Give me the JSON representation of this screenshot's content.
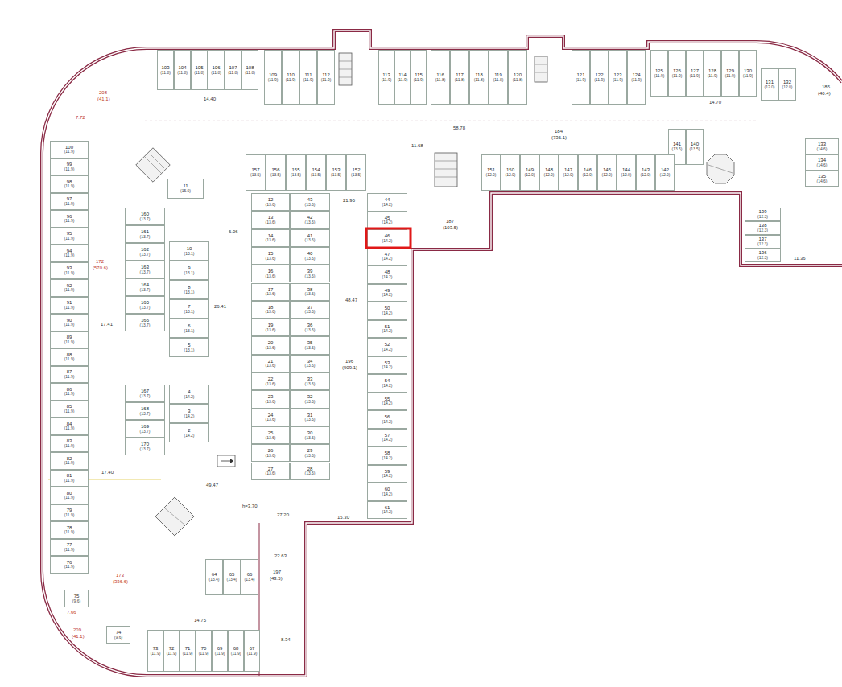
{
  "diagram": {
    "nodes": [
      {
        "text": [
          "103",
          "(11.8)"
        ]
      },
      {
        "text": [
          "104",
          "(11.8)"
        ]
      },
      {
        "text": [
          "105",
          "(11.8)"
        ]
      },
      {
        "text": [
          "106",
          "(11.8)"
        ]
      },
      {
        "text": [
          "107",
          "(11.8)"
        ]
      },
      {
        "text": [
          "108",
          "(11.8)"
        ]
      },
      {
        "text": [
          "109",
          "(11.9)"
        ]
      },
      {
        "text": [
          "110",
          "(11.9)"
        ]
      },
      {
        "text": [
          "111",
          "(11.9)"
        ]
      },
      {
        "text": [
          "112",
          "(11.9)"
        ]
      },
      {
        "text": [
          "113",
          "(11.9)"
        ]
      },
      {
        "text": [
          "114",
          "(11.9)"
        ]
      },
      {
        "text": [
          "115",
          "(11.9)"
        ]
      },
      {
        "text": [
          "116",
          "(11.8)"
        ]
      },
      {
        "text": [
          "117",
          "(11.8)"
        ]
      },
      {
        "text": [
          "118",
          "(11.8)"
        ]
      },
      {
        "text": [
          "119",
          "(11.8)"
        ]
      },
      {
        "text": [
          "120",
          "(11.8)"
        ]
      },
      {
        "text": [
          "121",
          "(11.9)"
        ]
      },
      {
        "text": [
          "122",
          "(11.9)"
        ]
      },
      {
        "text": [
          "123",
          "(11.9)"
        ]
      },
      {
        "text": [
          "124",
          "(11.9)"
        ]
      },
      {
        "text": [
          "125",
          "(11.9)"
        ]
      },
      {
        "text": [
          "126",
          "(11.9)"
        ]
      },
      {
        "text": [
          "127",
          "(11.9)"
        ]
      },
      {
        "text": [
          "128",
          "(11.9)"
        ]
      },
      {
        "text": [
          "129",
          "(11.9)"
        ]
      },
      {
        "text": [
          "130",
          "(11.9)"
        ]
      },
      {
        "text": [
          "131",
          "(12.0)"
        ]
      },
      {
        "text": [
          "132",
          "(12.0)"
        ]
      },
      {
        "text": [
          "141",
          "(13.5)"
        ]
      },
      {
        "text": [
          "140",
          "(13.5)"
        ]
      },
      {
        "text": [
          "133",
          "(14.6)"
        ]
      },
      {
        "text": [
          "134",
          "(14.6)"
        ]
      },
      {
        "text": [
          "135",
          "(14.6)"
        ]
      },
      {
        "text": [
          "139",
          "(12.3)"
        ]
      },
      {
        "text": [
          "138",
          "(12.3)"
        ]
      },
      {
        "text": [
          "137",
          "(12.3)"
        ]
      },
      {
        "text": [
          "136",
          "(12.3)"
        ]
      },
      {
        "text": [
          "157",
          "(13.5)"
        ]
      },
      {
        "text": [
          "156",
          "(13.5)"
        ]
      },
      {
        "text": [
          "155",
          "(13.5)"
        ]
      },
      {
        "text": [
          "154",
          "(13.5)"
        ]
      },
      {
        "text": [
          "153",
          "(13.5)"
        ]
      },
      {
        "text": [
          "152",
          "(13.5)"
        ]
      },
      {
        "text": [
          "151",
          "(12.0)"
        ]
      },
      {
        "text": [
          "150",
          "(12.0)"
        ]
      },
      {
        "text": [
          "149",
          "(12.0)"
        ]
      },
      {
        "text": [
          "148",
          "(12.0)"
        ]
      },
      {
        "text": [
          "147",
          "(12.0)"
        ]
      },
      {
        "text": [
          "146",
          "(12.0)"
        ]
      },
      {
        "text": [
          "145",
          "(12.0)"
        ]
      },
      {
        "text": [
          "144",
          "(12.0)"
        ]
      },
      {
        "text": [
          "143",
          "(12.0)"
        ]
      },
      {
        "text": [
          "142",
          "(12.0)"
        ]
      },
      {
        "text": [
          "100",
          "(11.9)"
        ]
      },
      {
        "text": [
          "99",
          "(11.9)"
        ]
      },
      {
        "text": [
          "98",
          "(11.9)"
        ]
      },
      {
        "text": [
          "97",
          "(11.9)"
        ]
      },
      {
        "text": [
          "96",
          "(11.9)"
        ]
      },
      {
        "text": [
          "95",
          "(11.9)"
        ]
      },
      {
        "text": [
          "94",
          "(11.9)"
        ]
      },
      {
        "text": [
          "93",
          "(11.9)"
        ]
      },
      {
        "text": [
          "92",
          "(11.9)"
        ]
      },
      {
        "text": [
          "91",
          "(11.9)"
        ]
      },
      {
        "text": [
          "90",
          "(11.9)"
        ]
      },
      {
        "text": [
          "89",
          "(11.9)"
        ]
      },
      {
        "text": [
          "88",
          "(11.9)"
        ]
      },
      {
        "text": [
          "87",
          "(11.9)"
        ]
      },
      {
        "text": [
          "86",
          "(11.9)"
        ]
      },
      {
        "text": [
          "85",
          "(11.9)"
        ]
      },
      {
        "text": [
          "84",
          "(11.9)"
        ]
      },
      {
        "text": [
          "83",
          "(11.9)"
        ]
      },
      {
        "text": [
          "82",
          "(11.9)"
        ]
      },
      {
        "text": [
          "81",
          "(11.9)"
        ]
      },
      {
        "text": [
          "80",
          "(11.9)"
        ]
      },
      {
        "text": [
          "79",
          "(11.9)"
        ]
      },
      {
        "text": [
          "78",
          "(11.9)"
        ]
      },
      {
        "text": [
          "77",
          "(11.9)"
        ]
      },
      {
        "text": [
          "76",
          "(11.9)"
        ]
      },
      {
        "text": [
          "75",
          "(9.6)"
        ]
      },
      {
        "text": [
          "74",
          "(9.6)"
        ]
      },
      {
        "text": [
          "73",
          "(11.9)"
        ]
      },
      {
        "text": [
          "72",
          "(11.9)"
        ]
      },
      {
        "text": [
          "71",
          "(11.9)"
        ]
      },
      {
        "text": [
          "70",
          "(11.9)"
        ]
      },
      {
        "text": [
          "69",
          "(11.9)"
        ]
      },
      {
        "text": [
          "68",
          "(11.9)"
        ]
      },
      {
        "text": [
          "67",
          "(11.9)"
        ]
      },
      {
        "text": [
          "64",
          "(13.4)"
        ]
      },
      {
        "text": [
          "65",
          "(13.4)"
        ]
      },
      {
        "text": [
          "66",
          "(13.4)"
        ]
      },
      {
        "text": [
          "160",
          "(13.7)"
        ]
      },
      {
        "text": [
          "161",
          "(13.7)"
        ]
      },
      {
        "text": [
          "162",
          "(13.7)"
        ]
      },
      {
        "text": [
          "163",
          "(13.7)"
        ]
      },
      {
        "text": [
          "164",
          "(13.7)"
        ]
      },
      {
        "text": [
          "165",
          "(13.7)"
        ]
      },
      {
        "text": [
          "166",
          "(13.7)"
        ]
      },
      {
        "text": [
          "167",
          "(13.7)"
        ]
      },
      {
        "text": [
          "168",
          "(13.7)"
        ]
      },
      {
        "text": [
          "169",
          "(13.7)"
        ]
      },
      {
        "text": [
          "170",
          "(13.7)"
        ]
      },
      {
        "text": [
          "11",
          "(15.0)"
        ]
      },
      {
        "text": [
          "10",
          "(13.1)"
        ]
      },
      {
        "text": [
          "9",
          "(13.1)"
        ]
      },
      {
        "text": [
          "8",
          "(13.1)"
        ]
      },
      {
        "text": [
          "7",
          "(13.1)"
        ]
      },
      {
        "text": [
          "6",
          "(13.1)"
        ]
      },
      {
        "text": [
          "5",
          "(13.1)"
        ]
      },
      {
        "text": [
          "4",
          "(14.2)"
        ]
      },
      {
        "text": [
          "3",
          "(14.2)"
        ]
      },
      {
        "text": [
          "2",
          "(14.2)"
        ]
      },
      {
        "text": [
          "12",
          "(13.6)"
        ]
      },
      {
        "text": [
          "13",
          "(13.6)"
        ]
      },
      {
        "text": [
          "14",
          "(13.6)"
        ]
      },
      {
        "text": [
          "15",
          "(13.6)"
        ]
      },
      {
        "text": [
          "16",
          "(13.6)"
        ]
      },
      {
        "text": [
          "17",
          "(13.6)"
        ]
      },
      {
        "text": [
          "18",
          "(13.6)"
        ]
      },
      {
        "text": [
          "19",
          "(13.6)"
        ]
      },
      {
        "text": [
          "20",
          "(13.6)"
        ]
      },
      {
        "text": [
          "21",
          "(13.6)"
        ]
      },
      {
        "text": [
          "22",
          "(13.6)"
        ]
      },
      {
        "text": [
          "23",
          "(13.6)"
        ]
      },
      {
        "text": [
          "24",
          "(13.6)"
        ]
      },
      {
        "text": [
          "25",
          "(13.6)"
        ]
      },
      {
        "text": [
          "26",
          "(13.6)"
        ]
      },
      {
        "text": [
          "27",
          "(13.6)"
        ]
      },
      {
        "text": [
          "43",
          "(13.6)"
        ]
      },
      {
        "text": [
          "42",
          "(13.6)"
        ]
      },
      {
        "text": [
          "41",
          "(13.6)"
        ]
      },
      {
        "text": [
          "40",
          "(13.6)"
        ]
      },
      {
        "text": [
          "39",
          "(13.6)"
        ]
      },
      {
        "text": [
          "38",
          "(13.6)"
        ]
      },
      {
        "text": [
          "37",
          "(13.6)"
        ]
      },
      {
        "text": [
          "36",
          "(13.6)"
        ]
      },
      {
        "text": [
          "35",
          "(13.6)"
        ]
      },
      {
        "text": [
          "34",
          "(13.6)"
        ]
      },
      {
        "text": [
          "33",
          "(13.6)"
        ]
      },
      {
        "text": [
          "32",
          "(13.6)"
        ]
      },
      {
        "text": [
          "31",
          "(13.6)"
        ]
      },
      {
        "text": [
          "30",
          "(13.6)"
        ]
      },
      {
        "text": [
          "29",
          "(13.6)"
        ]
      },
      {
        "text": [
          "28",
          "(13.6)"
        ]
      },
      {
        "text": [
          "44",
          "(14.2)"
        ]
      },
      {
        "text": [
          "45",
          "(14.2)"
        ]
      },
      {
        "text": [
          "46",
          "(14.2)"
        ]
      },
      {
        "text": [
          "47",
          "(14.2)"
        ]
      },
      {
        "text": [
          "48",
          "(14.2)"
        ]
      },
      {
        "text": [
          "49",
          "(14.2)"
        ]
      },
      {
        "text": [
          "50",
          "(14.2)"
        ]
      },
      {
        "text": [
          "51",
          "(14.2)"
        ]
      },
      {
        "text": [
          "52",
          "(14.2)"
        ]
      },
      {
        "text": [
          "53",
          "(14.2)"
        ]
      },
      {
        "text": [
          "54",
          "(14.2)"
        ]
      },
      {
        "text": [
          "55",
          "(14.2)"
        ]
      },
      {
        "text": [
          "56",
          "(14.2)"
        ]
      },
      {
        "text": [
          "57",
          "(14.2)"
        ]
      },
      {
        "text": [
          "58",
          "(14.2)"
        ]
      },
      {
        "text": [
          "59",
          "(14.2)"
        ]
      },
      {
        "text": [
          "60",
          "(14.2)"
        ]
      },
      {
        "text": [
          "61",
          "(14.2)"
        ]
      }
    ],
    "labels": [
      "184",
      "(736.1)",
      "196",
      "(909.1)",
      "187",
      "(103.5)",
      "172",
      "(570.6)",
      "173",
      "(336.6)",
      "197",
      "(43.5)",
      "185",
      "(40.4)",
      "208",
      "(41.1)",
      "209",
      "(41.1)",
      "58.78",
      "14.40",
      "14.70",
      "26.41",
      "17.41",
      "49.47",
      "48.47",
      "27.20",
      "15.30",
      "17.40",
      "14.75",
      "21.96",
      "11.68",
      "6.06",
      "8.34",
      "22.63",
      "h=3.70",
      "11.36",
      "7.72",
      "7.66"
    ]
  }
}
